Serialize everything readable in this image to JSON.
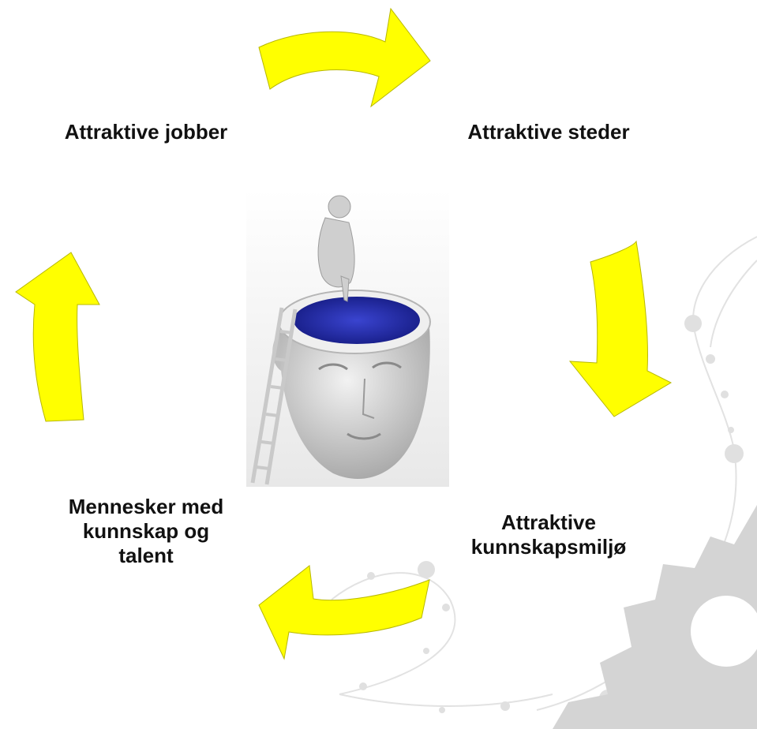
{
  "labels": {
    "top_left": "Attraktive jobber",
    "top_right": "Attraktive steder",
    "bottom_right": "Attraktive\nkunnskapsmiljø",
    "bottom_left": "Mennesker med\nkunnskap og\ntalent"
  },
  "colors": {
    "arrow_fill": "#ffff00",
    "arrow_stroke": "#b8b800",
    "water": "#1a22a8",
    "bust": "#d8d8d8",
    "background_graphic": "#e0e0e0"
  },
  "icons": {
    "cycle_arrow": "curved-arrow-icon",
    "center_picture": "thinker-head-icon",
    "background": "gear-icon"
  }
}
